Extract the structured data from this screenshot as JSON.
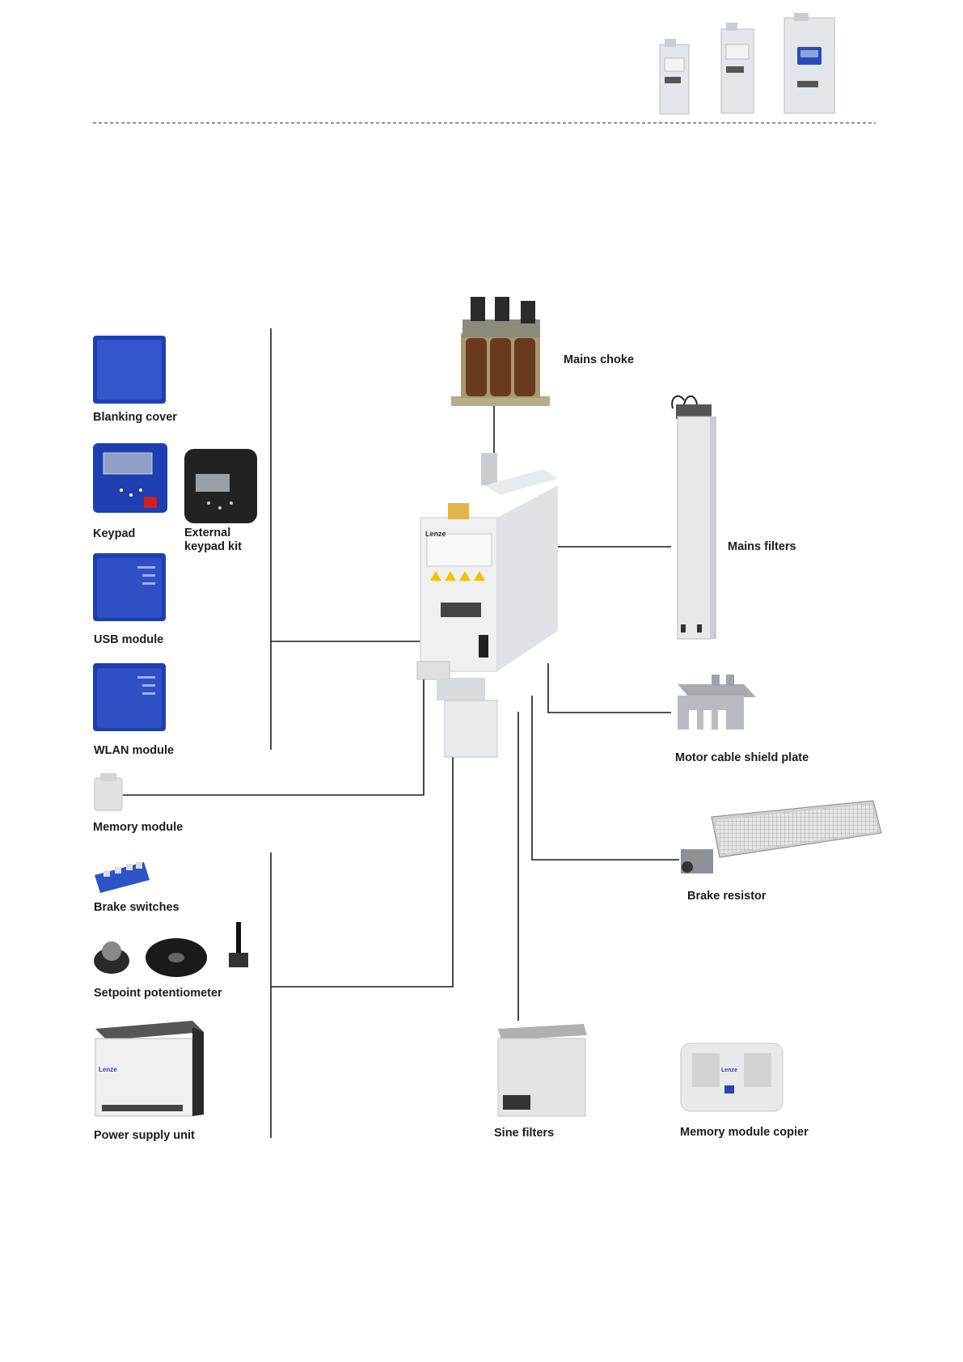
{
  "labels": {
    "mains_choke": "Mains choke",
    "blanking_cover": "Blanking cover",
    "keypad": "Keypad",
    "external_keypad_kit": "External keypad kit",
    "usb_module": "USB module",
    "wlan_module": "WLAN module",
    "memory_module": "Memory module",
    "brake_switches": "Brake switches",
    "setpoint_potentiometer": "Setpoint potentiometer",
    "power_supply_unit": "Power supply unit",
    "mains_filters": "Mains filters",
    "motor_cable_shield_plate": "Motor cable shield plate",
    "brake_resistor": "Brake resistor",
    "sine_filters": "Sine filters",
    "memory_module_copier": "Memory module copier"
  },
  "brand": {
    "logo_text": "Lenze"
  },
  "colors": {
    "module_blue": "#1f3fb0",
    "keypad_black": "#222222",
    "line": "#1a1a1a",
    "device_grey": "#e6e9ec",
    "warning_yellow": "#f2c200"
  }
}
